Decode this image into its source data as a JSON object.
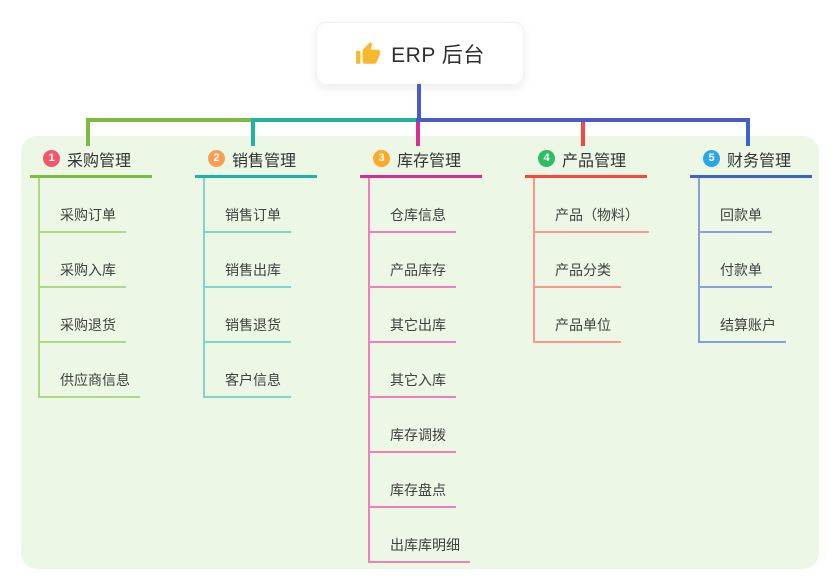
{
  "root": {
    "title": "ERP 后台",
    "icon": "thumbs-up-icon",
    "icon_color": "#f5b82e",
    "stem_color": "#4a5bc8"
  },
  "canvas_bg": "#ecf7e5",
  "branches": [
    {
      "num": "1",
      "label": "采购管理",
      "line_color": "#7dba3f",
      "line_light": "#abd985",
      "badge_bg": "#f4566c",
      "children": [
        "采购订单",
        "采购入库",
        "采购退货",
        "供应商信息"
      ]
    },
    {
      "num": "2",
      "label": "销售管理",
      "line_color": "#1fb3a6",
      "line_light": "#7fd4cb",
      "badge_bg": "#fb9e53",
      "children": [
        "销售订单",
        "销售出库",
        "销售退货",
        "客户信息"
      ]
    },
    {
      "num": "3",
      "label": "库存管理",
      "line_color": "#d62f92",
      "line_light": "#f07fc0",
      "badge_bg": "#fcaa28",
      "children": [
        "仓库信息",
        "产品库存",
        "其它出库",
        "其它入库",
        "库存调拨",
        "库存盘点",
        "出库库明细"
      ]
    },
    {
      "num": "4",
      "label": "产品管理",
      "line_color": "#f7473f",
      "line_light": "#f9998d",
      "badge_bg": "#2ebd61",
      "children": [
        "产品（物料）",
        "产品分类",
        "产品单位"
      ]
    },
    {
      "num": "5",
      "label": "财务管理",
      "line_color": "#3f62c4",
      "line_light": "#889fd9",
      "badge_bg": "#2aa7e5",
      "children": [
        "回款单",
        "付款单",
        "结算账户"
      ]
    }
  ]
}
